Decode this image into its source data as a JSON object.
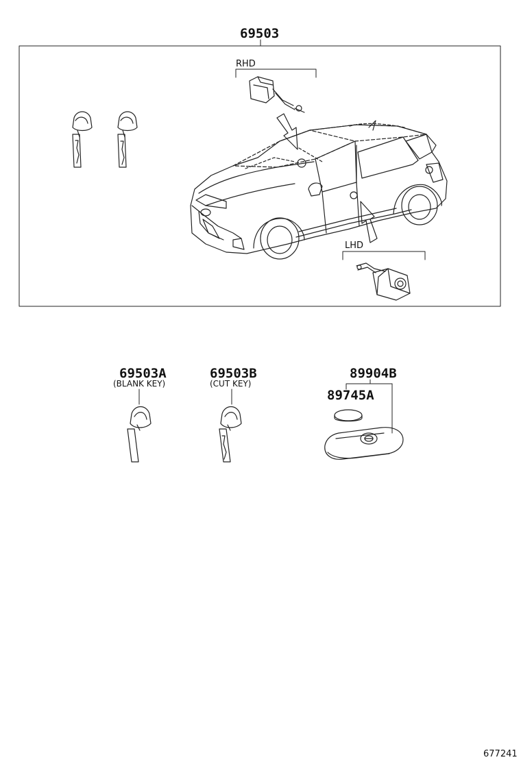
{
  "parts": {
    "main_kit": "69503",
    "blank_key": "69503A",
    "blank_key_note": "(BLANK KEY)",
    "cut_key": "69503B",
    "cut_key_note": "(CUT KEY)",
    "transmitter": "89904B",
    "battery": "89745A"
  },
  "variants": {
    "rhd": "RHD",
    "lhd": "LHD"
  },
  "figure_number": "677241"
}
